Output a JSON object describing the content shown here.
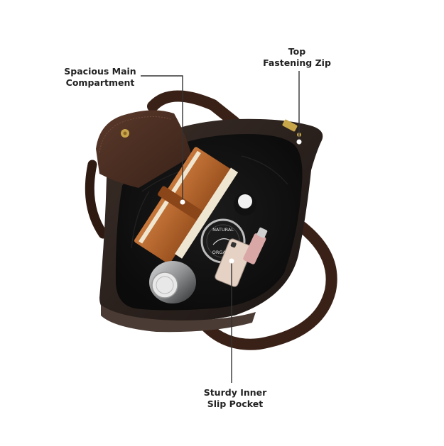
{
  "image": {
    "subject": "bag-photo",
    "background_color": "#ffffff",
    "accent_colors": {
      "bag_body": "#2e2420",
      "lining": "#141414",
      "straps": "#3a2117",
      "flap": "#4a2e22",
      "notebook_cover": "#b5652a",
      "callout_line": "#333333"
    }
  },
  "callouts": {
    "main_compartment": {
      "line1": "Spacious Main",
      "line2": "Compartment"
    },
    "top_zip": {
      "line1": "Top",
      "line2": "Fastening Zip"
    },
    "inner_pocket": {
      "line1": "Sturdy Inner",
      "line2": "Slip Pocket"
    }
  },
  "product_text": {
    "tin_line1": "NATURAL",
    "tin_line2": "ORGANIC"
  }
}
